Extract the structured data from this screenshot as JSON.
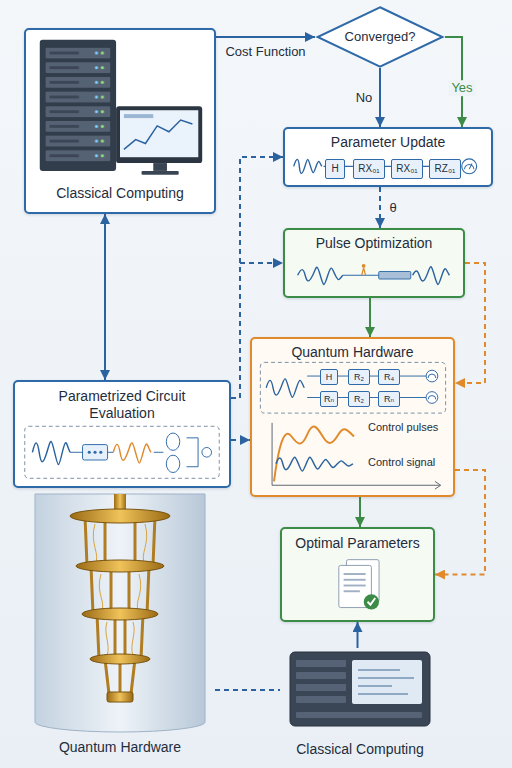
{
  "diagram": {
    "nodes": [
      {
        "text": [
          "Classical Computing"
        ]
      },
      {
        "text": [
          "Converged?"
        ]
      },
      {
        "text": [
          "Parameter Update"
        ]
      },
      {
        "text": [
          "H"
        ],
        "in": 2
      },
      {
        "text": [
          "RX₀₁"
        ],
        "in": 2
      },
      {
        "text": [
          "RX₀₁"
        ],
        "in": 2
      },
      {
        "text": [
          "RZ₀₁"
        ],
        "in": 2
      },
      {
        "text": [
          "Pulse Optimization"
        ]
      },
      {
        "text": [
          "Quantum Hardware"
        ]
      },
      {
        "text": [
          "H"
        ],
        "in": 8
      },
      {
        "text": [
          "R₂"
        ],
        "in": 8
      },
      {
        "text": [
          "R₄"
        ],
        "in": 8
      },
      {
        "text": [
          "Rₙ"
        ],
        "in": 8
      },
      {
        "text": [
          "R₂"
        ],
        "in": 8
      },
      {
        "text": [
          "Rₙ"
        ],
        "in": 8
      },
      {
        "text": [
          "Parametrized Circuit Evaluation"
        ]
      },
      {
        "text": [
          "Optimal Parameters"
        ]
      },
      {
        "text": [
          "Quantum Hardware"
        ]
      },
      {
        "text": [
          "Classical Computing"
        ]
      }
    ],
    "edges": [
      {
        "from": 0,
        "to": 1,
        "label": "Cost Function",
        "arrow": "to"
      },
      {
        "from": 1,
        "to": 2,
        "label": "No",
        "arrow": "to"
      },
      {
        "from": 1,
        "to": 2,
        "label": "Yes",
        "arrow": "to"
      },
      {
        "from": 2,
        "to": 7,
        "label": "θ",
        "arrow": "to"
      },
      {
        "from": 7,
        "to": 8,
        "arrow": "to"
      },
      {
        "from": 8,
        "to": 16,
        "arrow": "to"
      },
      {
        "from": 15,
        "to": 2,
        "arrow": "to"
      },
      {
        "from": 15,
        "to": 7,
        "arrow": "to"
      },
      {
        "from": 15,
        "to": 8,
        "arrow": "to"
      },
      {
        "from": 7,
        "to": 8,
        "arrow": "to"
      },
      {
        "from": 8,
        "to": 16,
        "arrow": "to"
      },
      {
        "from": 0,
        "to": 15,
        "arrow": "both"
      },
      {
        "from": 18,
        "to": 16,
        "arrow": "to"
      },
      {
        "from": 17,
        "to": 18,
        "arrow": "none"
      }
    ],
    "labels": [
      "Control pulses",
      "Control signal"
    ]
  }
}
